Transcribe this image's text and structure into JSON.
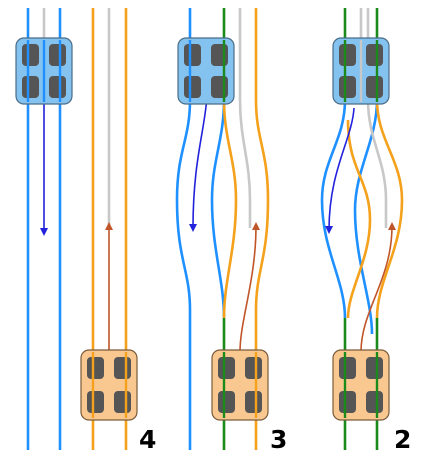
{
  "colors": {
    "blue_track": "#1e90ff",
    "gray_track": "#c8c8c8",
    "orange_track": "#f4a11c",
    "green_track": "#1a8a1a",
    "blue_car_fill": "#84c2ef",
    "blue_car_stroke": "#4a6c86",
    "orange_car_fill": "#f8c890",
    "orange_car_stroke": "#7a5a3a",
    "wheel": "#555555",
    "down_arrow": "#2222dd",
    "up_arrow": "#c0552a"
  },
  "panels": [
    {
      "label": "4",
      "shared_rails": 0,
      "description_icon": "four-rail-parallel-tracks"
    },
    {
      "label": "3",
      "shared_rails": 1,
      "description_icon": "three-rail-gauntlet"
    },
    {
      "label": "2",
      "shared_rails": 2,
      "description_icon": "two-rail-gauntlet"
    }
  ],
  "icons": {
    "down_car": "blue-rail-car-icon",
    "up_car": "orange-rail-car-icon",
    "down_direction": "down-arrow-icon",
    "up_direction": "up-arrow-icon"
  }
}
